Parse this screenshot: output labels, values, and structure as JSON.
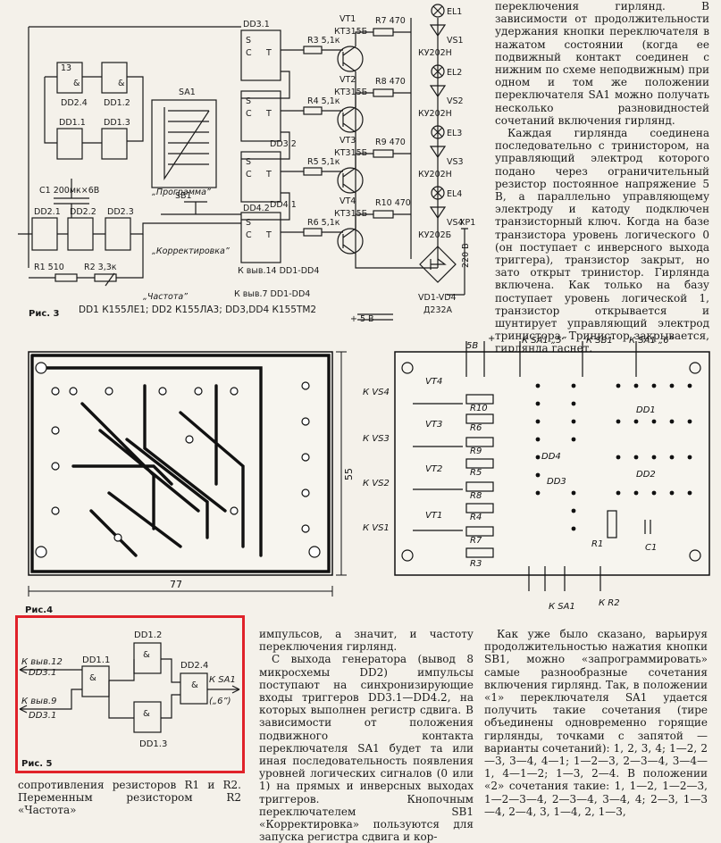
{
  "fig3": {
    "caption": "Рис. 3",
    "footnote": "DD1 К155ЛЕ1; DD2 К155ЛА3; DD3,DD4 К155ТМ2",
    "labels": {
      "sa1": "SA1",
      "sb1": "SB1",
      "program": "„Программа”",
      "correction": "„Корректировка”",
      "frequency": "„Частота”",
      "power_a": "К выв.14 DD1-DD4",
      "power_b": "К выв.7 DD1-DD4",
      "plus5v": "+ 5 В",
      "diodes": "VD1-VD4",
      "diode_type": "Д232А",
      "mains": "220 В",
      "xp1": "XP1",
      "c1": "С1 200мк×6В",
      "r1": "R1 510",
      "r2": "R2 3,3к"
    },
    "chips": [
      "DD3.1",
      "DD3.2",
      "DD4.1",
      "DD4.2",
      "DD2.4",
      "DD1.2",
      "DD1.1",
      "DD1.3",
      "DD2.1",
      "DD2.2",
      "DD2.3"
    ],
    "transistors": [
      {
        "name": "VT1",
        "type": "КТ315Б",
        "r": "R3 5,1к",
        "rload": "R7 470",
        "lamp": "EL1",
        "thy": "VS1",
        "thy_type": "КУ202Н"
      },
      {
        "name": "VT2",
        "type": "КТ315Б",
        "r": "R4 5,1к",
        "rload": "R8 470",
        "lamp": "EL2",
        "thy": "VS2",
        "thy_type": "КУ202Н"
      },
      {
        "name": "VT3",
        "type": "КТ315Б",
        "r": "R5 5,1к",
        "rload": "R9 470",
        "lamp": "EL3",
        "thy": "VS3",
        "thy_type": "КУ202Н"
      },
      {
        "name": "VT4",
        "type": "КТ315Б",
        "r": "R6 5,1к",
        "rload": "R10 470",
        "lamp": "EL4",
        "thy": "VS4",
        "thy_type": "КУ202Б"
      }
    ]
  },
  "fig4": {
    "caption": "Рис.4",
    "dim_width": "77",
    "dim_height": "55",
    "top_labels": [
      "5В",
      "+",
      "К SA1 „5”",
      "К SB1",
      "К SA1 „6”"
    ],
    "left_labels": [
      "К VS4",
      "К VS3",
      "К VS2",
      "К VS1"
    ],
    "bottom_labels": [
      "К SA1",
      "К R2"
    ],
    "components": [
      "VT4",
      "VT3",
      "VT2",
      "VT1",
      "R10",
      "R6",
      "R9",
      "R5",
      "R8",
      "R4",
      "R7",
      "R3",
      "DD4",
      "DD3",
      "DD1",
      "DD2",
      "R1",
      "C1"
    ]
  },
  "fig5": {
    "caption": "Рис. 5",
    "left_top": "К выв.12",
    "left_top2": "DD3.1",
    "left_bot": "К выв.9",
    "left_bot2": "DD3.1",
    "right": "К SA1",
    "right2": "(„6”)",
    "gates": [
      "DD1.2",
      "DD1.1",
      "DD2.4",
      "DD1.3"
    ]
  },
  "text": {
    "top_right": [
      "переключения гирлянд. В зависимости от продолжительности удержания кнопки переключателя в нажатом состоянии (когда ее подвижный контакт соединен с нижним по схеме неподвижным) при одном и том же положении переключателя SA1 можно получать несколько разновидностей сочетаний включения гирлянд.",
      "Каждая гирлянда соединена последовательно с тринистором, на управляющий электрод которого подано через ограничительный резистор постоянное напряжение 5 В, а параллельно управляющему электроду и катоду подключен транзисторный ключ. Когда на базе транзистора уровень логического 0 (он поступает с инверсного выхода триггера), транзистор закрыт, но зато открыт тринистор. Гирлянда включена. Как только на базу поступает уровень логической 1, транзистор открывается и шунтирует управляющий электрод тринистора. Тринистор закрывается, гирлянда гаснет."
    ],
    "mid": [
      "импульсов, а значит, и частоту переключения гирлянд.",
      "С выхода генератора (вывод 8 микросхемы DD2) импульсы поступают на синхронизирующие входы триггеров DD3.1—DD4.2, на которых выполнен регистр сдвига. В зависимости от положения подвижного контакта переключателя SA1 будет та или иная последовательность появления уровней логических сигналов (0 или 1) на прямых и инверсных выходах триггеров. Кнопочным переключателем SB1 «Корректировка» пользуются для запуска регистра сдвига и кор-"
    ],
    "right": [
      "Как уже было сказано, варьируя продолжительностью нажатия кнопки SB1, можно «запрограммировать» самые разнообразные сочетания включения гирлянд. Так, в положении «1» переключателя SA1 удается получить такие сочетания (тире объединены одновременно горящие гирлянды, точками с запятой — варианты сочетаний): 1, 2, 3, 4; 1—2, 2—3, 3—4, 4—1; 1—2—3, 2—3—4, 3—4—1, 4—1—2; 1—3, 2—4. В положении «2» сочетания такие: 1, 1—2, 1—2—3, 1—2—3—4, 2—3—4, 3—4, 4; 2—3, 1—3—4, 2—4, 3, 1—4, 2, 1—3,"
    ],
    "bottom_left": "сопротивления резисторов R1 и R2. Переменным резистором R2 «Частота»"
  }
}
